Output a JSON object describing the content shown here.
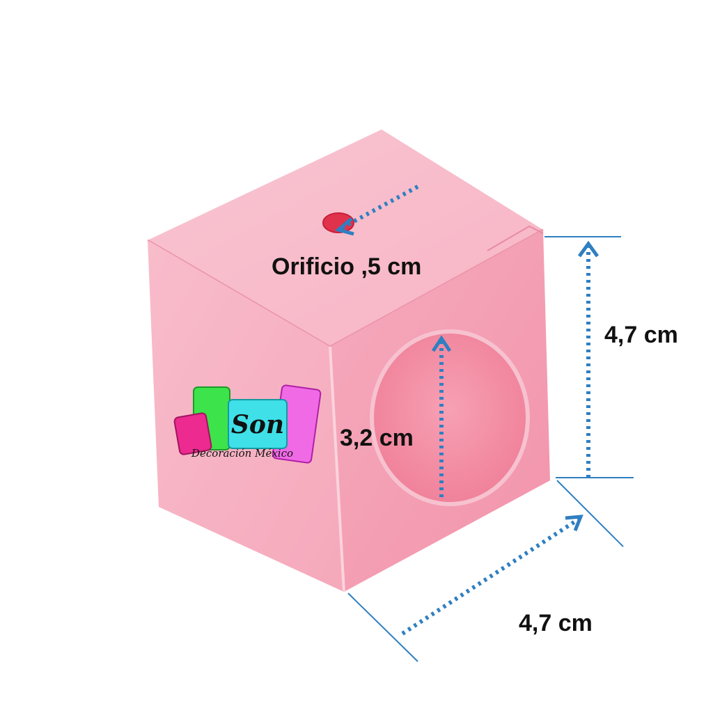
{
  "image": {
    "subject": "pink-gift-box",
    "colors": {
      "background": "#ffffff",
      "box_front": "#f7b4c3",
      "box_side": "#f39db2",
      "box_top": "#f8bccb",
      "window_inner": "#f38aa1",
      "hole": "#e0334b",
      "dimension_line": "#2f7fc1",
      "label_text": "#111111"
    }
  },
  "labels": {
    "hole": "Orificio ,5 cm",
    "height": "4,7 cm",
    "window": "3,2 cm",
    "depth": "4,7 cm"
  },
  "logo": {
    "brand": "Son",
    "tagline": "Decoración México",
    "colors": [
      "#ec2a8f",
      "#3de34a",
      "#3fe0e8",
      "#f06ae6"
    ]
  }
}
